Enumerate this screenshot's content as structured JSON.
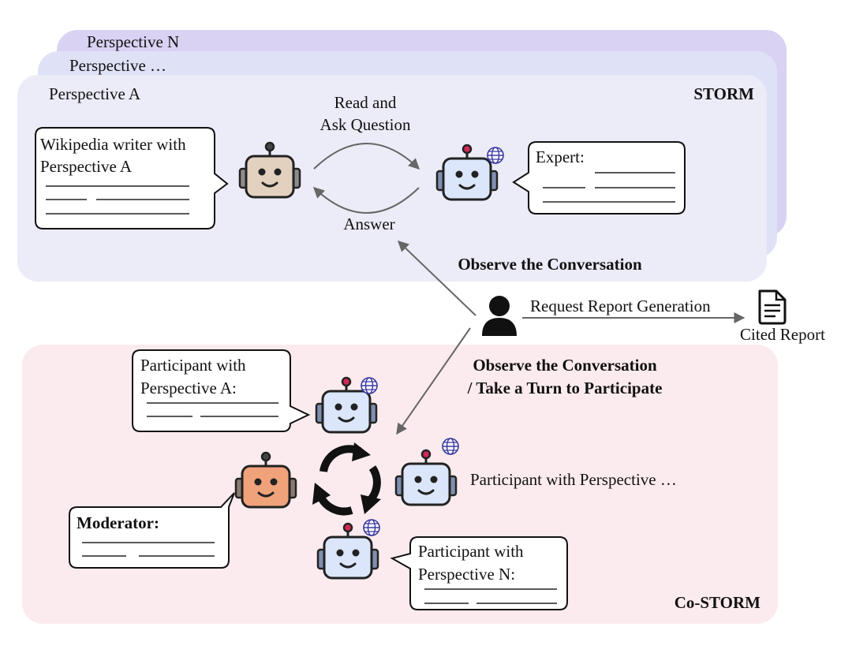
{
  "storm": {
    "stack_labels": [
      "Perspective N",
      "Perspective …",
      "Perspective A"
    ],
    "title": "STORM",
    "writer_bubble": {
      "line1": "Wikipedia writer with",
      "line2": "Perspective A"
    },
    "expert_bubble": {
      "line1": "Expert:"
    },
    "ask_label": {
      "line1": "Read and",
      "line2": "Ask Question"
    },
    "answer_label": "Answer",
    "observe_label": "Observe the Conversation"
  },
  "user": {
    "request_label": "Request Report Generation",
    "report_label": "Cited Report",
    "observe_participate": {
      "line1": "Observe the Conversation",
      "line2": "/ Take a Turn to Participate"
    }
  },
  "costorm": {
    "title": "Co-STORM",
    "participant_a": {
      "line1": "Participant with",
      "line2": "Perspective A:"
    },
    "participant_mid": "Participant with Perspective …",
    "participant_n": {
      "line1": "Participant with",
      "line2": "Perspective N:"
    },
    "moderator": "Moderator:"
  },
  "colors": {
    "storm_panel": "#ececf8",
    "storm_back1": "#dde0f6",
    "storm_back2": "#d8d0f2",
    "costorm_panel": "#fdecef",
    "writer_robot": "#e0cfbd",
    "expert_robot": "#dbe6fb",
    "moderator_robot": "#f0a27a",
    "arrow": "#666666"
  },
  "icons": [
    "robot-icon",
    "globe-icon",
    "user-icon",
    "document-icon",
    "cycle-arrows-icon"
  ]
}
